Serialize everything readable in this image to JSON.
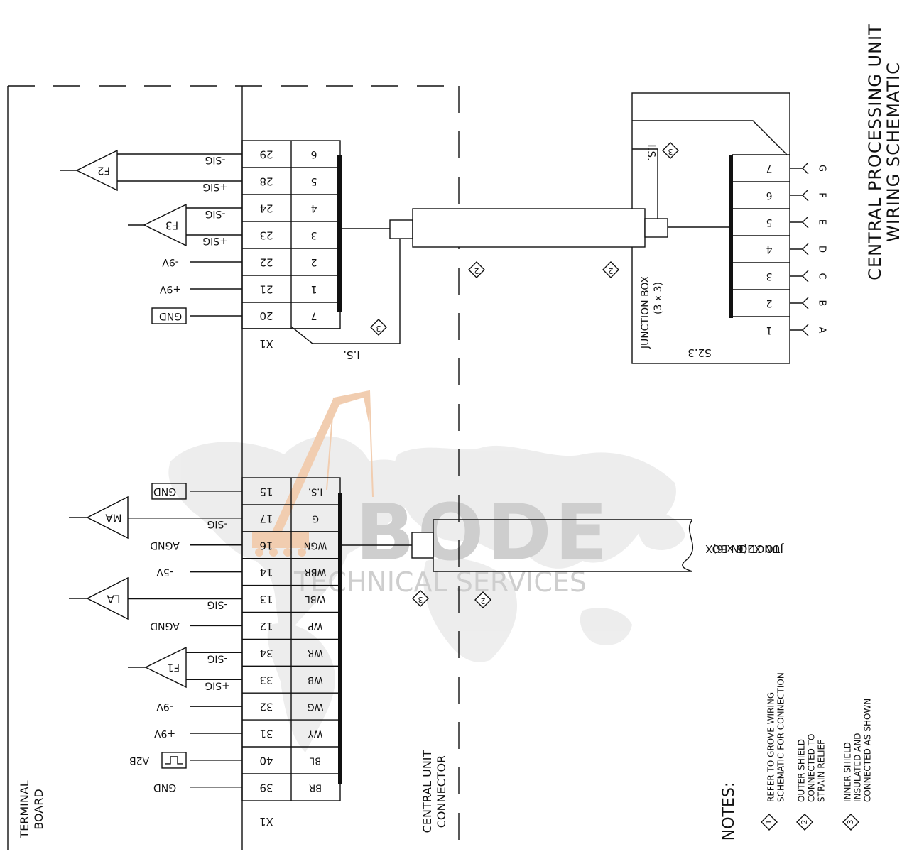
{
  "title": {
    "line1": "CENTRAL PROCESSING UNIT",
    "line2": "WIRING SCHEMATIC"
  },
  "regions": {
    "terminal_board": [
      "TERMINAL",
      "BOARD"
    ],
    "central_unit_connector": [
      "CENTRAL UNIT",
      "CONNECTOR"
    ]
  },
  "upper_block": {
    "connector": "X1",
    "terminals": [
      "29",
      "28",
      "24",
      "23",
      "22",
      "21",
      "20"
    ],
    "pins": [
      "6",
      "5",
      "4",
      "3",
      "2",
      "1",
      "7"
    ],
    "signals": [
      "-SIG",
      "+SIG",
      "-SIG",
      "+SIG",
      "-9V",
      "+9V",
      "GND"
    ],
    "sensors": [
      "F2",
      "F3"
    ],
    "inner_shield": "I.S.",
    "note_refs": [
      "3",
      "2",
      "2",
      "3"
    ]
  },
  "junction_box_3x3": {
    "label": [
      "JUNCTION BOX",
      "(3 x 3)"
    ],
    "connector": "S2.3",
    "pins": [
      "7",
      "6",
      "5",
      "4",
      "3",
      "2",
      "1"
    ],
    "letters": [
      "G",
      "F",
      "E",
      "D",
      "C",
      "B",
      "A"
    ],
    "inner_shield": "I.S."
  },
  "lower_block": {
    "connector": "X1",
    "terminals": [
      "15",
      "17",
      "16",
      "14",
      "13",
      "12",
      "34",
      "33",
      "32",
      "31",
      "40",
      "39"
    ],
    "wire_codes": [
      "I.S.",
      "G",
      "WGN",
      "WBR",
      "WBL",
      "WP",
      "WR",
      "WB",
      "WG",
      "WY",
      "BL",
      "BR"
    ],
    "signals": [
      "GND",
      "-SIG",
      "AGND",
      "-5V",
      "-SIG",
      "AGND",
      "-SIG",
      "+SIG",
      "-9V",
      "+9V",
      "A2B",
      "GND"
    ],
    "sensors": [
      "MA",
      "LA",
      "F1"
    ],
    "note_refs": [
      "3",
      "2"
    ]
  },
  "to_junction": [
    "TO X2.1",
    "JUNCTION BOX",
    "(6 x 6)"
  ],
  "watermark": {
    "line1": "BODE",
    "line2": "TECHNICAL SERVICES"
  },
  "notes": {
    "heading": "NOTES:",
    "items": [
      {
        "num": "1",
        "lines": [
          "REFER TO GROVE WIRING",
          "SCHEMATIC FOR CONNECTION"
        ]
      },
      {
        "num": "2",
        "lines": [
          "OUTER SHIELD",
          "CONNECTED TO",
          "STRAIN RELIEF"
        ]
      },
      {
        "num": "3",
        "lines": [
          "INNER SHIELD",
          "INSULATED AND",
          "CONNECTED AS SHOWN"
        ]
      }
    ]
  }
}
